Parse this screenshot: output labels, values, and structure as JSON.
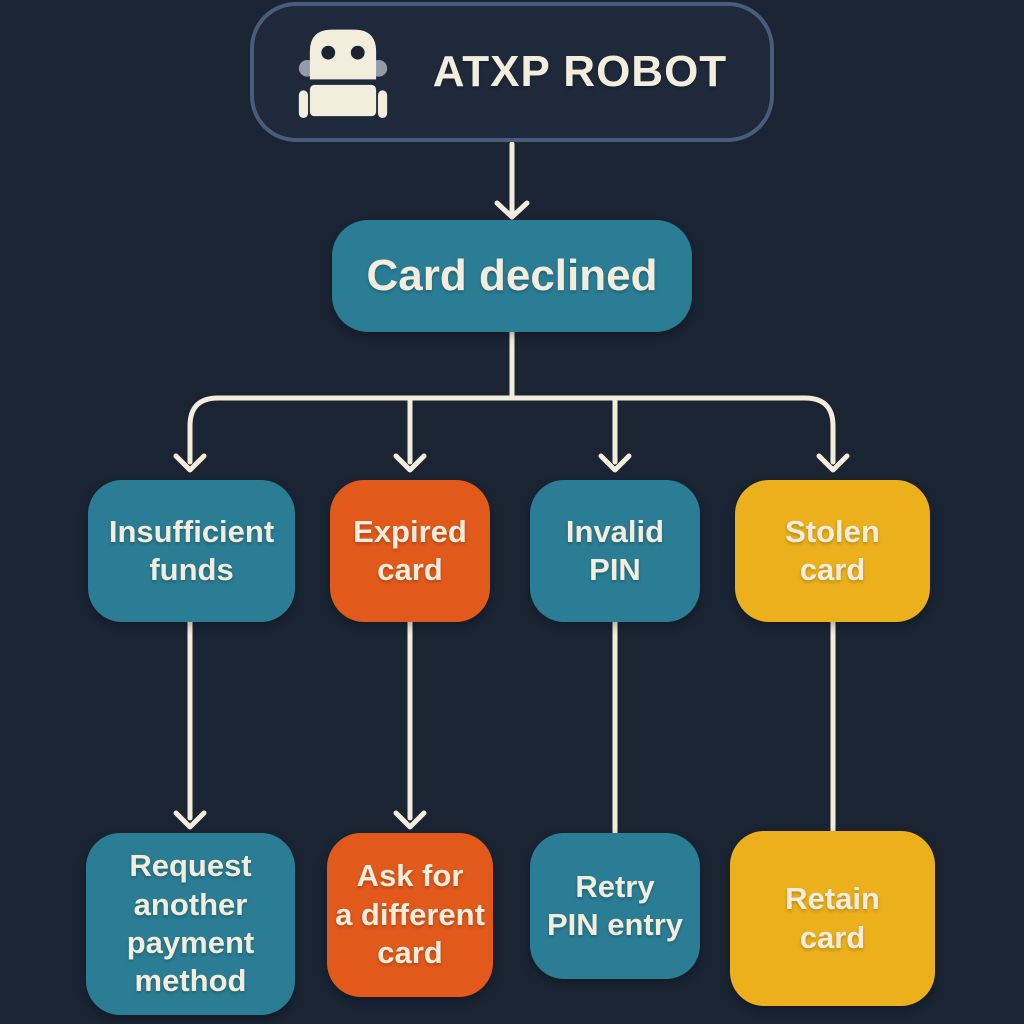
{
  "colors": {
    "bg": "#1a2433",
    "teal": "#2a7d94",
    "orange": "#e2591c",
    "yellow": "#ecb01d",
    "cream": "#f3edde",
    "header-fill": "#1e2a3b",
    "header-border": "#4a5c79",
    "robot-ear": "#939aa8",
    "robot-eye": "#1a2433"
  },
  "header": {
    "title": "ATXP ROBOT",
    "icon": "robot-icon"
  },
  "chart_data": {
    "type": "flowchart",
    "root": {
      "label": "Card declined",
      "color": "teal"
    },
    "causes": [
      {
        "label": "Insufficient\nfunds",
        "color": "teal"
      },
      {
        "label": "Expired\ncard",
        "color": "orange"
      },
      {
        "label": "Invalid\nPIN",
        "color": "teal"
      },
      {
        "label": "Stolen\ncard",
        "color": "yellow"
      }
    ],
    "actions": [
      {
        "label": "Request\nanother\npayment\nmethod",
        "color": "teal"
      },
      {
        "label": "Ask for\na different\ncard",
        "color": "orange"
      },
      {
        "label": "Retry\nPIN entry",
        "color": "teal"
      },
      {
        "label": "Retain\ncard",
        "color": "yellow"
      }
    ],
    "edges": [
      {
        "from": "ATXP ROBOT",
        "to": "Card declined",
        "arrowhead": true
      },
      {
        "from": "Card declined",
        "to": "Insufficient funds",
        "arrowhead": true
      },
      {
        "from": "Card declined",
        "to": "Expired card",
        "arrowhead": true
      },
      {
        "from": "Card declined",
        "to": "Invalid PIN",
        "arrowhead": true
      },
      {
        "from": "Card declined",
        "to": "Stolen card",
        "arrowhead": true
      },
      {
        "from": "Insufficient funds",
        "to": "Request another payment method",
        "arrowhead": true
      },
      {
        "from": "Expired card",
        "to": "Ask for a different card",
        "arrowhead": true
      },
      {
        "from": "Invalid PIN",
        "to": "Retry PIN entry",
        "arrowhead": false
      },
      {
        "from": "Stolen card",
        "to": "Retain card",
        "arrowhead": false
      }
    ]
  }
}
